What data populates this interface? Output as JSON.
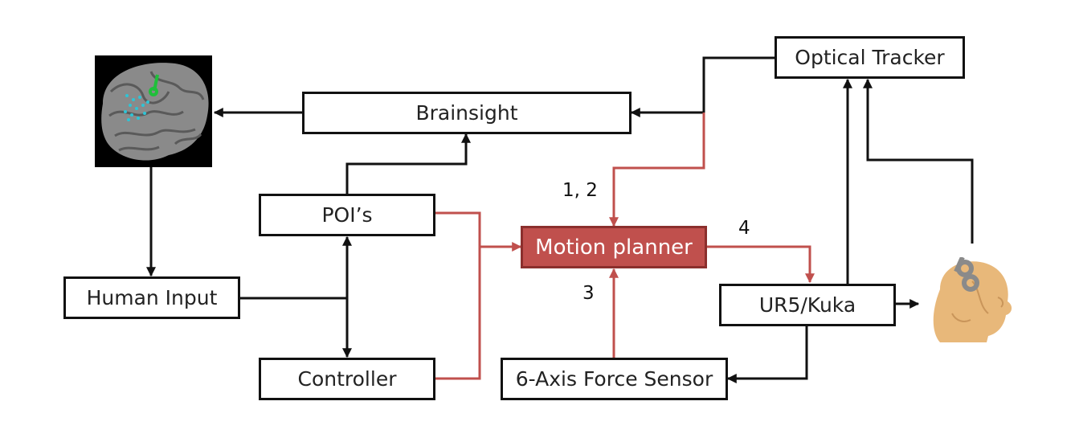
{
  "diagram": {
    "nodes": {
      "optical_tracker": "Optical Tracker",
      "brainsight": "Brainsight",
      "pois": "POI’s",
      "motion_planner": "Motion planner",
      "human_input": "Human Input",
      "controller": "Controller",
      "ur5_kuka": "UR5/Kuka",
      "force_sensor": "6-Axis Force Sensor"
    },
    "edge_labels": {
      "a": "1, 2",
      "b": "4",
      "c": "3"
    },
    "images": [
      "brain-scan-image",
      "head-model-image"
    ],
    "colors": {
      "black_link": "#111111",
      "red_link": "#c0504d",
      "highlight_fill": "#c0504d"
    }
  }
}
